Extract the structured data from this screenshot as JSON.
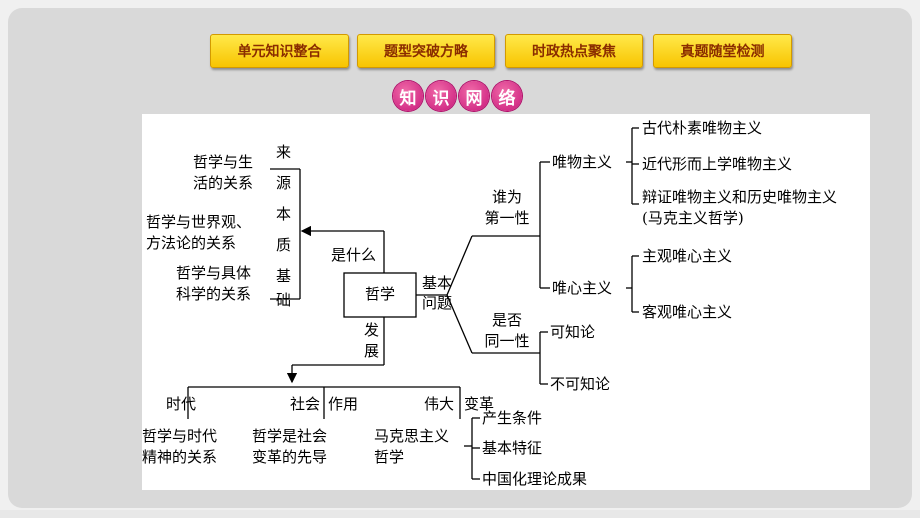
{
  "nav": {
    "btn1": "单元知识整合",
    "btn2": "题型突破方略",
    "btn3": "时政热点聚焦",
    "btn4": "真题随堂检测"
  },
  "section_title": [
    "知",
    "识",
    "网",
    "络"
  ],
  "map": {
    "center": "哲学",
    "left_label": "是什么",
    "rel1": [
      "哲学与生",
      "活的关系"
    ],
    "rel2": [
      "哲学与世界观、",
      "方法论的关系"
    ],
    "rel3": [
      "哲学与具体",
      "科学的关系"
    ],
    "vertical": [
      "来",
      "源",
      "本",
      "质",
      "基",
      "础"
    ],
    "basic_q": [
      "基本",
      "问题"
    ],
    "who_first": [
      "谁为",
      "第一性"
    ],
    "materialism": "唯物主义",
    "mat1": "古代朴素唯物主义",
    "mat2": "近代形而上学唯物主义",
    "mat3": [
      "辩证唯物主义和历史唯物主义",
      "(马克主义哲学)"
    ],
    "idealism": "唯心主义",
    "ide1": "主观唯心主义",
    "ide2": "客观唯心主义",
    "identity": [
      "是否",
      "同一性"
    ],
    "knowable": "可知论",
    "unknowable": "不可知论",
    "develop": [
      "发",
      "展"
    ],
    "era": "时代",
    "society": "社会",
    "role": "作用",
    "great": "伟大",
    "change": "变革",
    "b1": [
      "哲学与时代",
      "精神的关系"
    ],
    "b2": [
      "哲学是社会",
      "变革的先导"
    ],
    "b3": [
      "马克思主义",
      "哲学"
    ],
    "m1": "产生条件",
    "m2": "基本特征",
    "m3": "中国化理论成果"
  }
}
